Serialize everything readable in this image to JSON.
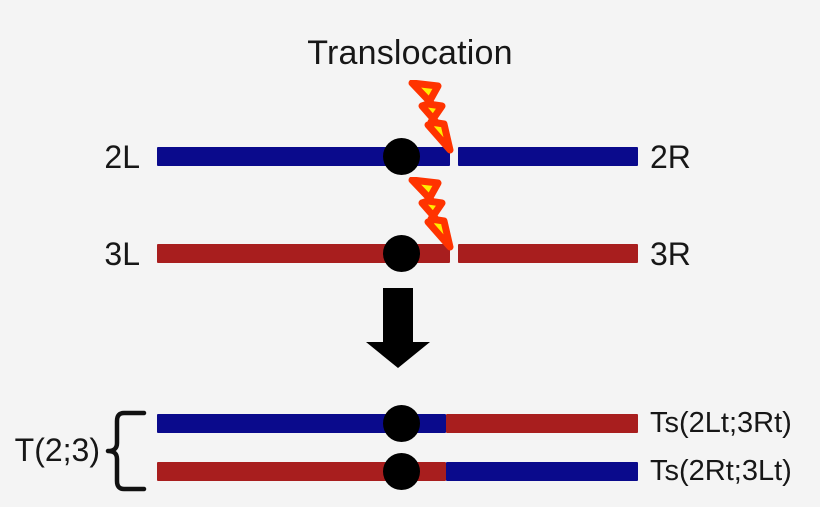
{
  "diagram": {
    "title": "Translocation",
    "background_color": "#f4f4f4",
    "colors": {
      "chromosome_2": "#0A0A8C",
      "chromosome_3": "#A81E1E",
      "centromere": "#000000",
      "bolt_fill": "#FFEE00",
      "bolt_stroke": "#FF3300",
      "arrow": "#000000",
      "text": "#171717"
    }
  },
  "parental": {
    "rows": [
      {
        "left_label": "2L",
        "right_label": "2R",
        "color": "#0A0A8C",
        "break_icon": "lightning-bolt-icon"
      },
      {
        "left_label": "3L",
        "right_label": "3R",
        "color": "#A81E1E",
        "break_icon": "lightning-bolt-icon"
      }
    ]
  },
  "transition": {
    "icon": "down-arrow-icon"
  },
  "products": {
    "group_label": "T(2;3)",
    "brace_icon": "curly-brace-icon",
    "rows": [
      {
        "label": "Ts(2Lt;3Rt)",
        "left_color": "#0A0A8C",
        "right_color": "#A81E1E"
      },
      {
        "label": "Ts(2Rt;3Lt)",
        "left_color": "#A81E1E",
        "right_color": "#0A0A8C"
      }
    ]
  }
}
